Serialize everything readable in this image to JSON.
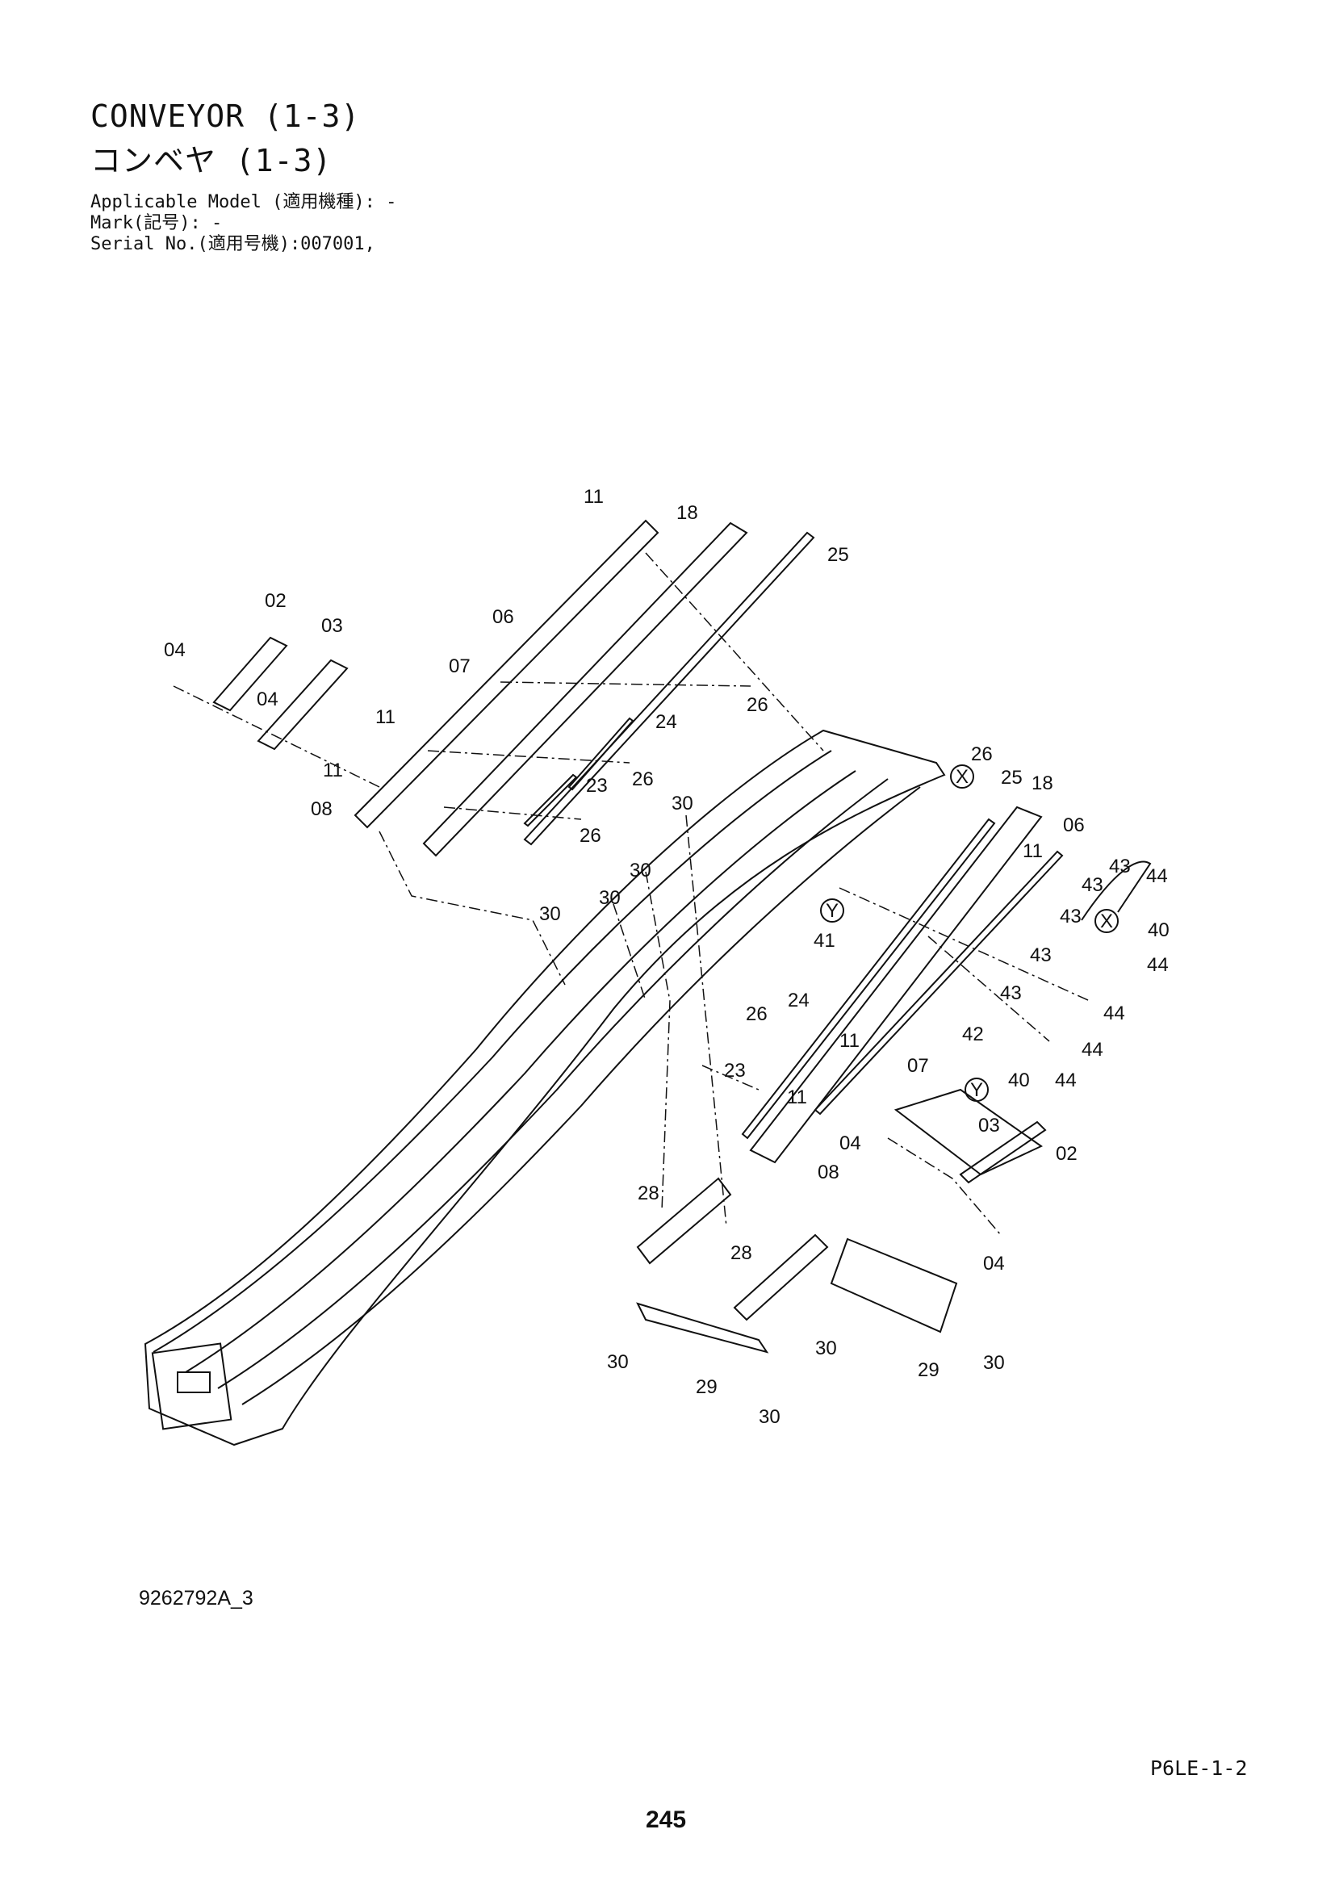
{
  "header": {
    "title_en": "CONVEYOR (1-3)",
    "title_jp": "コンベヤ (1-3)",
    "applicable_model": "Applicable Model (適用機種): -",
    "mark": "Mark(記号): -",
    "serial": "Serial No.(適用号機):007001,"
  },
  "drawing_number": "9262792A_3",
  "section_code": "P6LE-1-2",
  "page_number": "245",
  "callouts": {
    "left_parts": [
      "11",
      "18",
      "25",
      "02",
      "03",
      "04",
      "04",
      "06",
      "07",
      "24",
      "26",
      "11",
      "26",
      "11",
      "23",
      "08",
      "26"
    ],
    "center_parts": [
      "30",
      "30",
      "30",
      "30"
    ],
    "right_parts": [
      "X",
      "26",
      "25",
      "18",
      "06",
      "11",
      "43",
      "43",
      "44",
      "43",
      "40",
      "X",
      "44",
      "Y",
      "41",
      "24",
      "43",
      "44",
      "43",
      "44",
      "26",
      "11",
      "42",
      "07",
      "23",
      "Y",
      "40",
      "44",
      "11",
      "03",
      "04",
      "02",
      "08",
      "04"
    ],
    "lower_parts": [
      "28",
      "28",
      "30",
      "29",
      "30",
      "29",
      "30",
      "30"
    ]
  }
}
